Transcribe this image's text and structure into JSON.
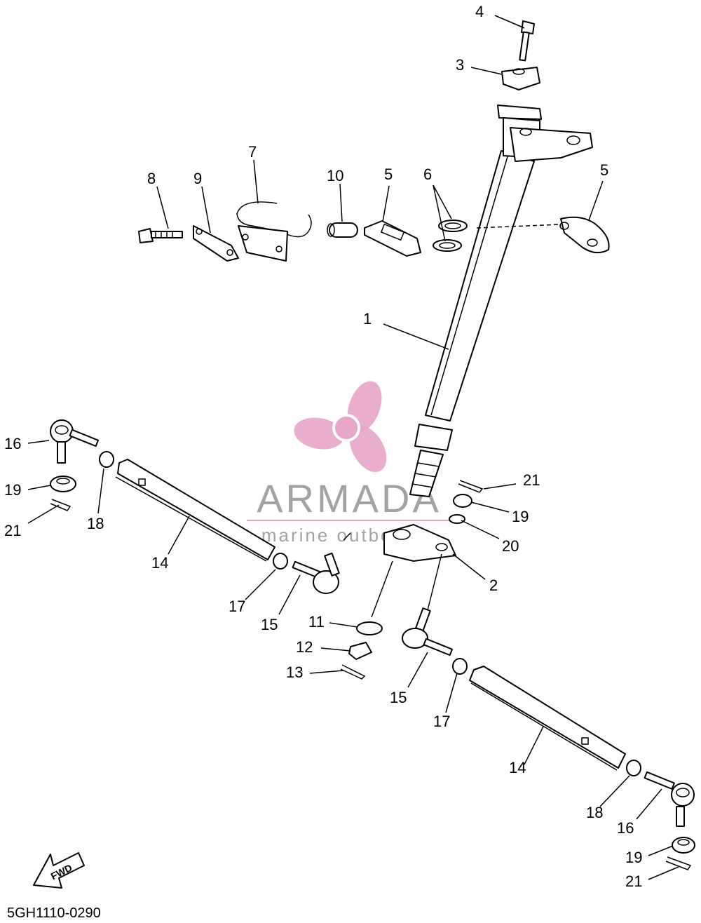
{
  "diagram_code": "5GH1110-0290",
  "fwd_label": "FWD",
  "watermark": {
    "brand": "ARMADA",
    "tagline": "marine outboards",
    "colors": {
      "logo": "#e8a6c8",
      "text": "#9a9a9a",
      "rule": "#e8a6c8"
    }
  },
  "callouts": {
    "c1": "1",
    "c2": "2",
    "c3": "3",
    "c4": "4",
    "c5a": "5",
    "c5b": "5",
    "c6": "6",
    "c7": "7",
    "c8": "8",
    "c9": "9",
    "c10": "10",
    "c11": "11",
    "c12": "12",
    "c13": "13",
    "c14a": "14",
    "c14b": "14",
    "c15a": "15",
    "c15b": "15",
    "c16a": "16",
    "c16b": "16",
    "c17a": "17",
    "c17b": "17",
    "c18a": "18",
    "c18b": "18",
    "c19a": "19",
    "c19b": "19",
    "c19c": "19",
    "c20": "20",
    "c21a": "21",
    "c21b": "21",
    "c21c": "21"
  }
}
